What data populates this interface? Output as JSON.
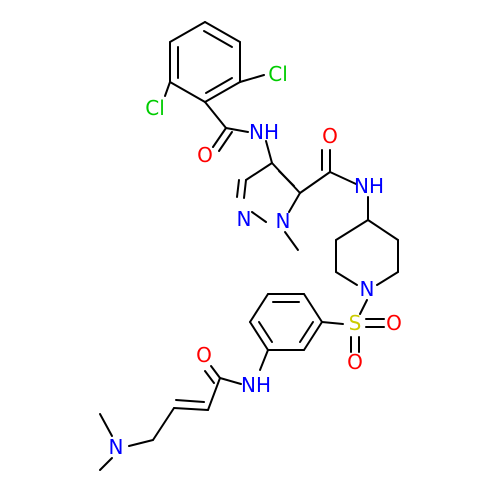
{
  "colors": {
    "bond": "#000000",
    "N": "#0000FF",
    "O": "#FF0000",
    "Cl": "#00CC00",
    "S": "#CCCC00",
    "background": "#FFFFFF"
  },
  "atoms": {
    "cl_top": "Cl",
    "cl_left": "Cl",
    "nh_amide1": "NH",
    "o_amide1": "O",
    "o_amide2": "O",
    "nh_amide2": "NH",
    "n_pyrazole1": "N",
    "n_pyrazole2": "N",
    "n_piperidine": "N",
    "s_sulfonyl": "S",
    "o_sulfonyl1": "O",
    "o_sulfonyl2": "O",
    "o_amide3": "O",
    "nh_amide3": "NH",
    "n_dimethyl": "N"
  }
}
